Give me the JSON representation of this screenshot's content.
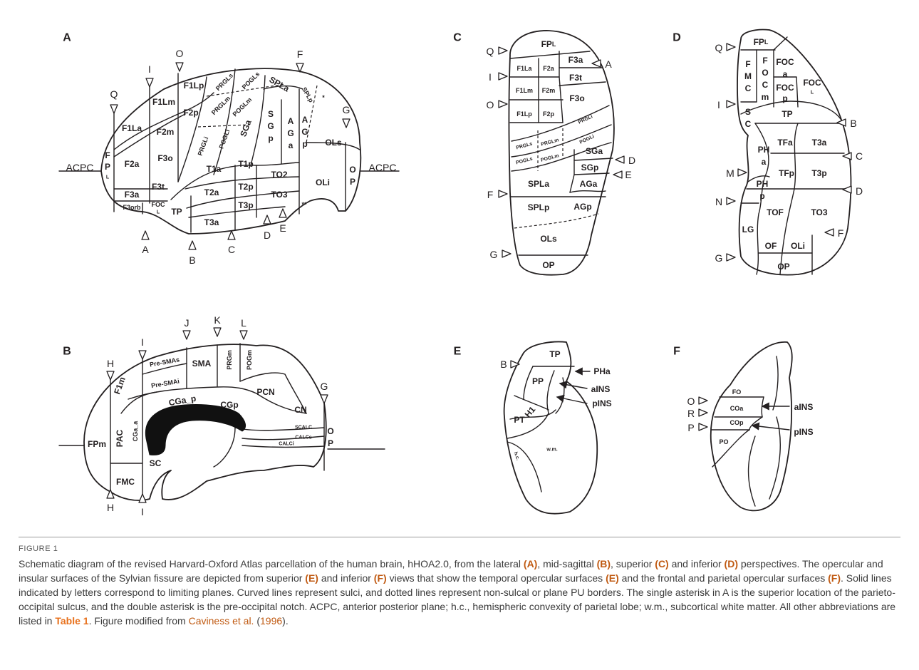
{
  "panels": [
    "A",
    "B",
    "C",
    "D",
    "E",
    "F"
  ],
  "panel_a": {
    "regions": [
      "FPL",
      "F1La",
      "F2a",
      "F3a",
      "F3orb",
      "F3t",
      "FOC",
      "F1Lm",
      "F2m",
      "F3o",
      "F1Lp",
      "F2p",
      "PRGLs",
      "POGLs",
      "PRGLm",
      "POGLm",
      "PRGLi",
      "POGLi",
      "SGa",
      "SGp",
      "AGa",
      "AGp",
      "SPLa",
      "SPLp",
      "OLs",
      "OLi",
      "OP",
      "TP",
      "T1a",
      "T1p",
      "T2a",
      "T2p",
      "T3a",
      "T3p",
      "TO2",
      "TO3"
    ],
    "markers": [
      "Q",
      "I",
      "O",
      "F",
      "G",
      "A",
      "B",
      "C",
      "D",
      "E"
    ],
    "plane_label": "ACPC",
    "asterisk": "*",
    "double_asterisk": "**"
  },
  "panel_b": {
    "regions": [
      "FPm",
      "F1m",
      "PAC",
      "CGa_a",
      "CGa_p",
      "Pre-SMAs",
      "Pre-SMAi",
      "SMA",
      "PRGm",
      "POGm",
      "CGp",
      "PCN",
      "CN",
      "SCALC",
      "CALCs",
      "CALCi",
      "OP",
      "FMC",
      "SC"
    ],
    "markers": [
      "H",
      "I",
      "J",
      "K",
      "L",
      "G"
    ]
  },
  "panel_c": {
    "regions": [
      "FPL",
      "F3a",
      "F1La",
      "F2a",
      "F3t",
      "F1Lm",
      "F2m",
      "F3o",
      "F1Lp",
      "F2p",
      "PRGLi",
      "PRGLm",
      "PRGLs",
      "POGLi",
      "POGLm",
      "POGLs",
      "SGa",
      "SGp",
      "AGa",
      "AGp",
      "SPLa",
      "SPLp",
      "OLs",
      "OP"
    ],
    "markers": [
      "Q",
      "I",
      "O",
      "F",
      "G",
      "A",
      "D",
      "E"
    ]
  },
  "panel_d": {
    "regions": [
      "FPL",
      "F",
      "M",
      "C",
      "F",
      "O",
      "C",
      "m",
      "FOC",
      "a",
      "FOC",
      "p",
      "FOC",
      "L",
      "S",
      "C",
      "TP",
      "PH",
      "a",
      "TFa",
      "T3a",
      "PH",
      "p",
      "TFp",
      "T3p",
      "LG",
      "TOF",
      "TO3",
      "OF",
      "OLi",
      "OP"
    ],
    "markers": [
      "Q",
      "I",
      "M",
      "N",
      "G",
      "B",
      "C",
      "D",
      "F"
    ]
  },
  "panel_e": {
    "regions": [
      "TP",
      "PP",
      "H1",
      "PT",
      "h.c.",
      "w.m."
    ],
    "markers": [
      "B"
    ],
    "pointers": [
      "PHa",
      "aINS",
      "pINS"
    ]
  },
  "panel_f": {
    "regions": [
      "FO",
      "COa",
      "COp",
      "PO"
    ],
    "markers": [
      "O",
      "R",
      "P"
    ],
    "pointers": [
      "aINS",
      "pINS"
    ]
  },
  "caption": {
    "figure_label": "FIGURE 1",
    "t1": "Schematic diagram of the revised Harvard-Oxford Atlas parcellation of the human brain, hHOA2.0, from the lateral ",
    "b1": "(A)",
    "t2": ", mid-sagittal ",
    "b2": "(B)",
    "t3": ", superior ",
    "b3": "(C)",
    "t4": " and inferior ",
    "b4": "(D)",
    "t5": " perspectives. The opercular and insular surfaces of the Sylvian fissure are depicted from superior ",
    "b5": "(E)",
    "t6": " and inferior ",
    "b6": "(F)",
    "t7": " views that show the temporal opercular surfaces ",
    "b7": "(E)",
    "t8": " and the frontal and parietal opercular surfaces ",
    "b8": "(F)",
    "t9": ". Solid lines indicated by letters correspond to limiting planes. Curved lines represent sulci, and dotted lines represent non-sulcal or plane PU borders. The single asterisk in A is the superior location of the parieto-occipital sulcus, and the double asterisk is the pre-occipital notch. ACPC, anterior posterior plane; h.c., hemispheric convexity of parietal lobe; w.m., subcortical white matter. All other abbreviations are listed in ",
    "table_link": "Table 1",
    "t10": ". Figure modified from ",
    "cite_link": "Caviness et al.",
    "t11": " (",
    "cite_year": "1996",
    "t12": ")."
  }
}
